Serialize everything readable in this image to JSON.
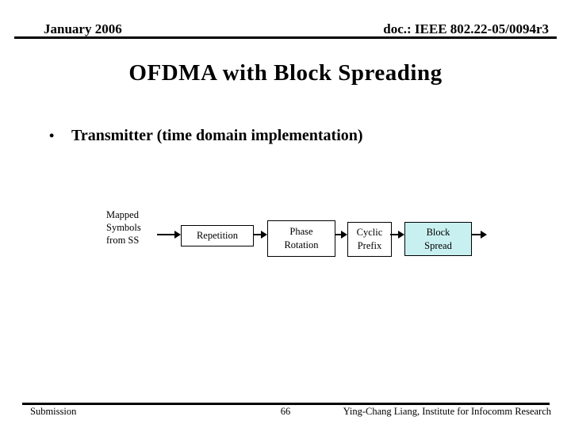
{
  "slide": {
    "header": {
      "date": "January 2006",
      "doc_number": "doc.: IEEE 802.22-05/0094r3"
    },
    "title": "OFDMA with Block Spreading",
    "bullet": {
      "marker": "•",
      "text": "Transmitter (time domain implementation)"
    },
    "diagram": {
      "source_label_lines": [
        "Mapped",
        "Symbols",
        "from SS"
      ],
      "blocks": [
        {
          "id": "repetition",
          "lines": [
            "Repetition"
          ],
          "highlighted": false
        },
        {
          "id": "phase-rotation",
          "lines": [
            "Phase",
            "Rotation"
          ],
          "highlighted": false
        },
        {
          "id": "cyclic-prefix",
          "lines": [
            "Cyclic",
            "Prefix"
          ],
          "highlighted": false
        },
        {
          "id": "block-spread",
          "lines": [
            "Block",
            "Spread"
          ],
          "highlighted": true
        }
      ]
    },
    "footer": {
      "left": "Submission",
      "page_number": "66",
      "right": "Ying-Chang Liang, Institute for Infocomm Research"
    },
    "colors": {
      "text": "#000000",
      "background": "#ffffff",
      "highlight_block_fill": "#c9f0f0"
    }
  }
}
